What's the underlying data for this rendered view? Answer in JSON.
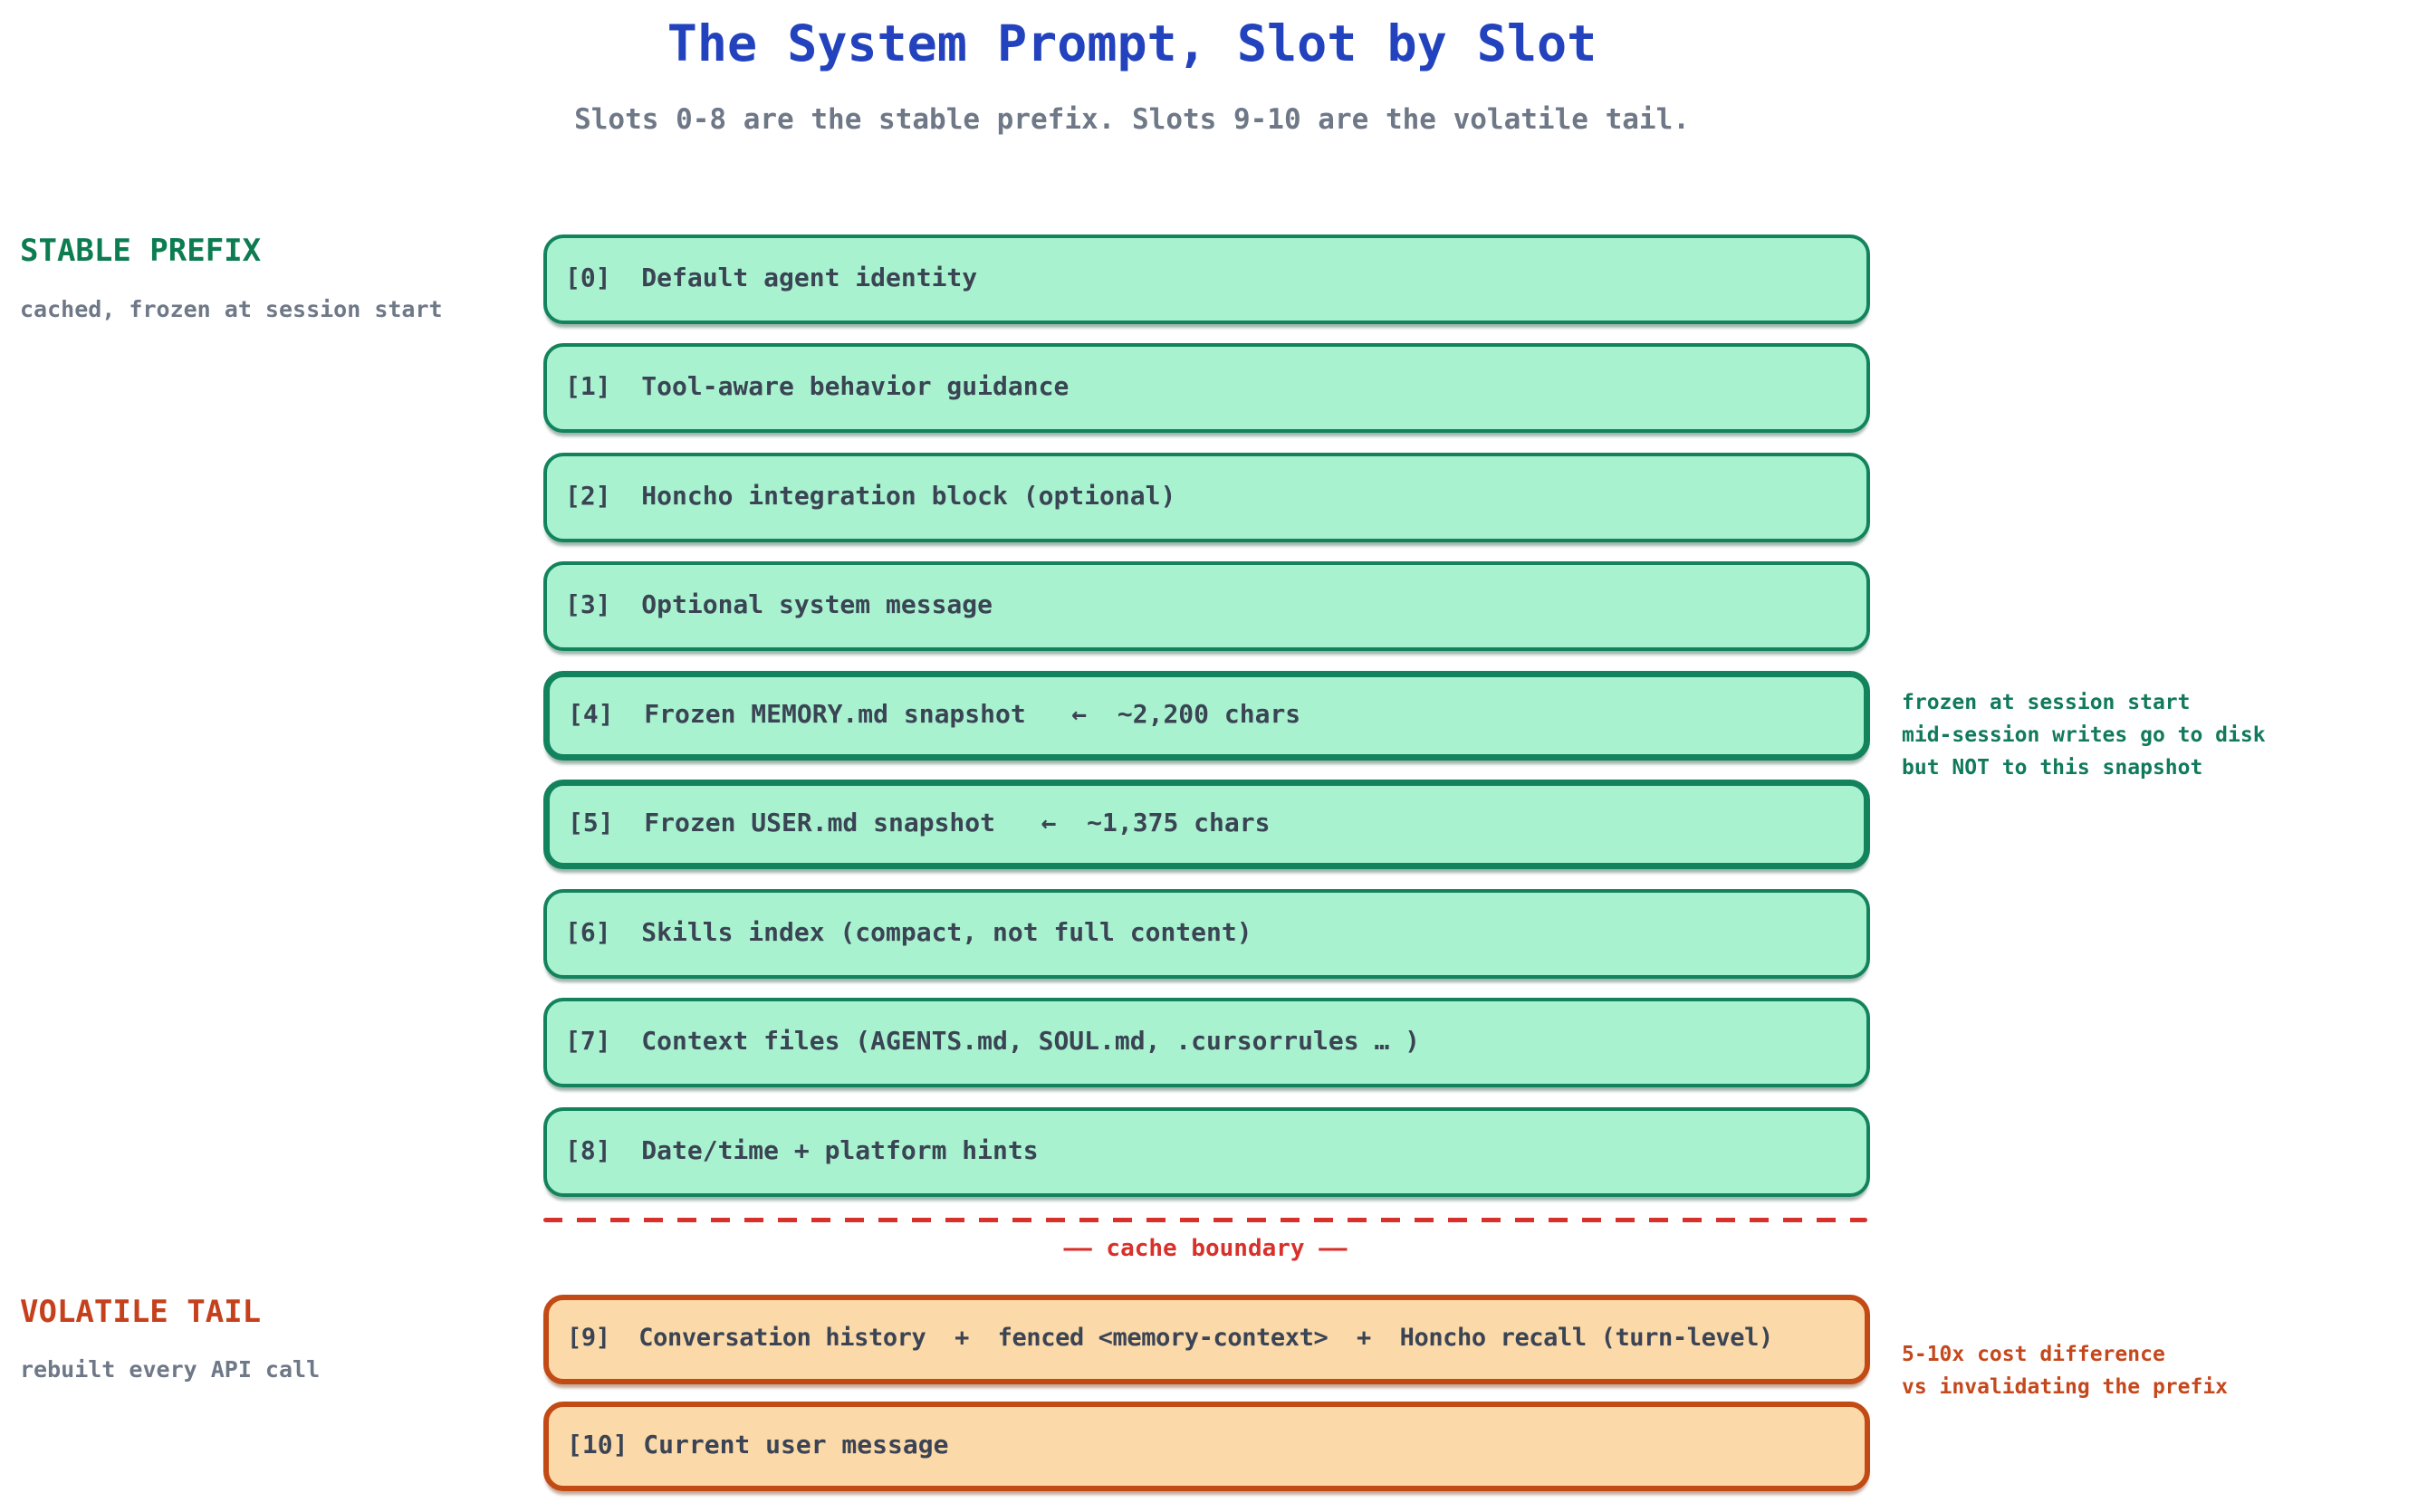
{
  "header": {
    "title": "The System Prompt, Slot by Slot",
    "subtitle": "Slots 0-8 are the stable prefix. Slots 9-10 are the volatile tail."
  },
  "groups": {
    "stable": {
      "label": "STABLE PREFIX",
      "sublabel": "cached, frozen at session start"
    },
    "volatile": {
      "label": "VOLATILE TAIL",
      "sublabel": "rebuilt every API call"
    }
  },
  "slots": [
    {
      "id": 0,
      "group": "stable",
      "text": "[0]  Default agent identity"
    },
    {
      "id": 1,
      "group": "stable",
      "text": "[1]  Tool-aware behavior guidance"
    },
    {
      "id": 2,
      "group": "stable",
      "text": "[2]  Honcho integration block (optional)"
    },
    {
      "id": 3,
      "group": "stable",
      "text": "[3]  Optional system message"
    },
    {
      "id": 4,
      "group": "stable",
      "text": "[4]  Frozen MEMORY.md snapshot   ←  ~2,200 chars"
    },
    {
      "id": 5,
      "group": "stable",
      "text": "[5]  Frozen USER.md snapshot   ←  ~1,375 chars"
    },
    {
      "id": 6,
      "group": "stable",
      "text": "[6]  Skills index (compact, not full content)"
    },
    {
      "id": 7,
      "group": "stable",
      "text": "[7]  Context files (AGENTS.md, SOUL.md, .cursorrules … )"
    },
    {
      "id": 8,
      "group": "stable",
      "text": "[8]  Date/time + platform hints"
    },
    {
      "id": 9,
      "group": "volatile",
      "text": "[9]  Conversation history  +  fenced <memory-context>  +  Honcho recall (turn-level)"
    },
    {
      "id": 10,
      "group": "volatile",
      "text": "[10] Current user message"
    }
  ],
  "boundary": {
    "label": "—— cache boundary ——"
  },
  "annotations": {
    "frozen_note": "frozen at session start\nmid-session writes go to disk\nbut NOT to this snapshot",
    "cost_note": "5-10x cost difference\nvs invalidating the prefix"
  },
  "colors": {
    "title_blue": "#2342bd",
    "subtitle_gray": "#6e7887",
    "stable_fill": "#a9f2cf",
    "stable_border": "#12835c",
    "stable_label_green": "#0d7c51",
    "slot_text": "#3a4454",
    "volatile_fill": "#fcd9a8",
    "volatile_border": "#c14a15",
    "volatile_label_orange": "#c5401c",
    "boundary_red": "#d8302b",
    "note_green": "#117a5c",
    "note_orange": "#c5481c"
  }
}
